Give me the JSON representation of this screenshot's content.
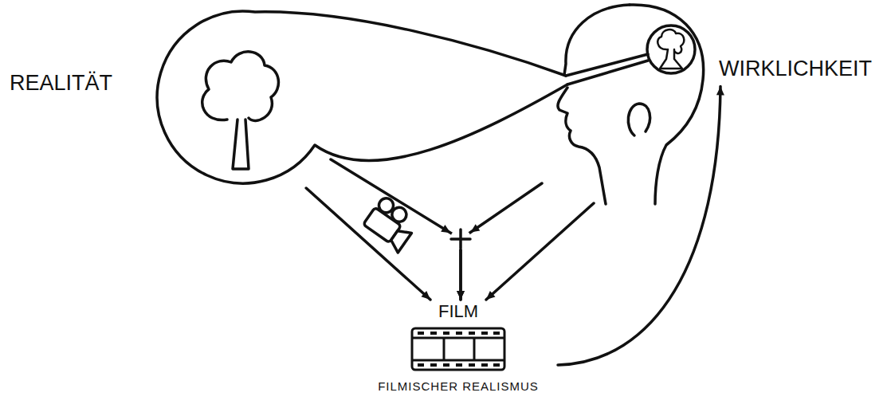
{
  "diagram": {
    "nodes": [
      {
        "text": [
          "REALITÄT"
        ]
      },
      {
        "text": [
          "WIRKLICHKEIT"
        ]
      },
      {
        "text": [
          "FILM",
          "FILMISCHER REALISMUS"
        ]
      }
    ],
    "edges": [
      {
        "from": 0,
        "to": 2,
        "arrow": "to"
      },
      {
        "from": 1,
        "to": 2,
        "arrow": "to"
      },
      {
        "from": 0,
        "to": 2,
        "arrow": "to"
      },
      {
        "from": 1,
        "to": 2,
        "arrow": "to"
      },
      {
        "from": 2,
        "to": 1,
        "arrow": "to"
      }
    ]
  }
}
